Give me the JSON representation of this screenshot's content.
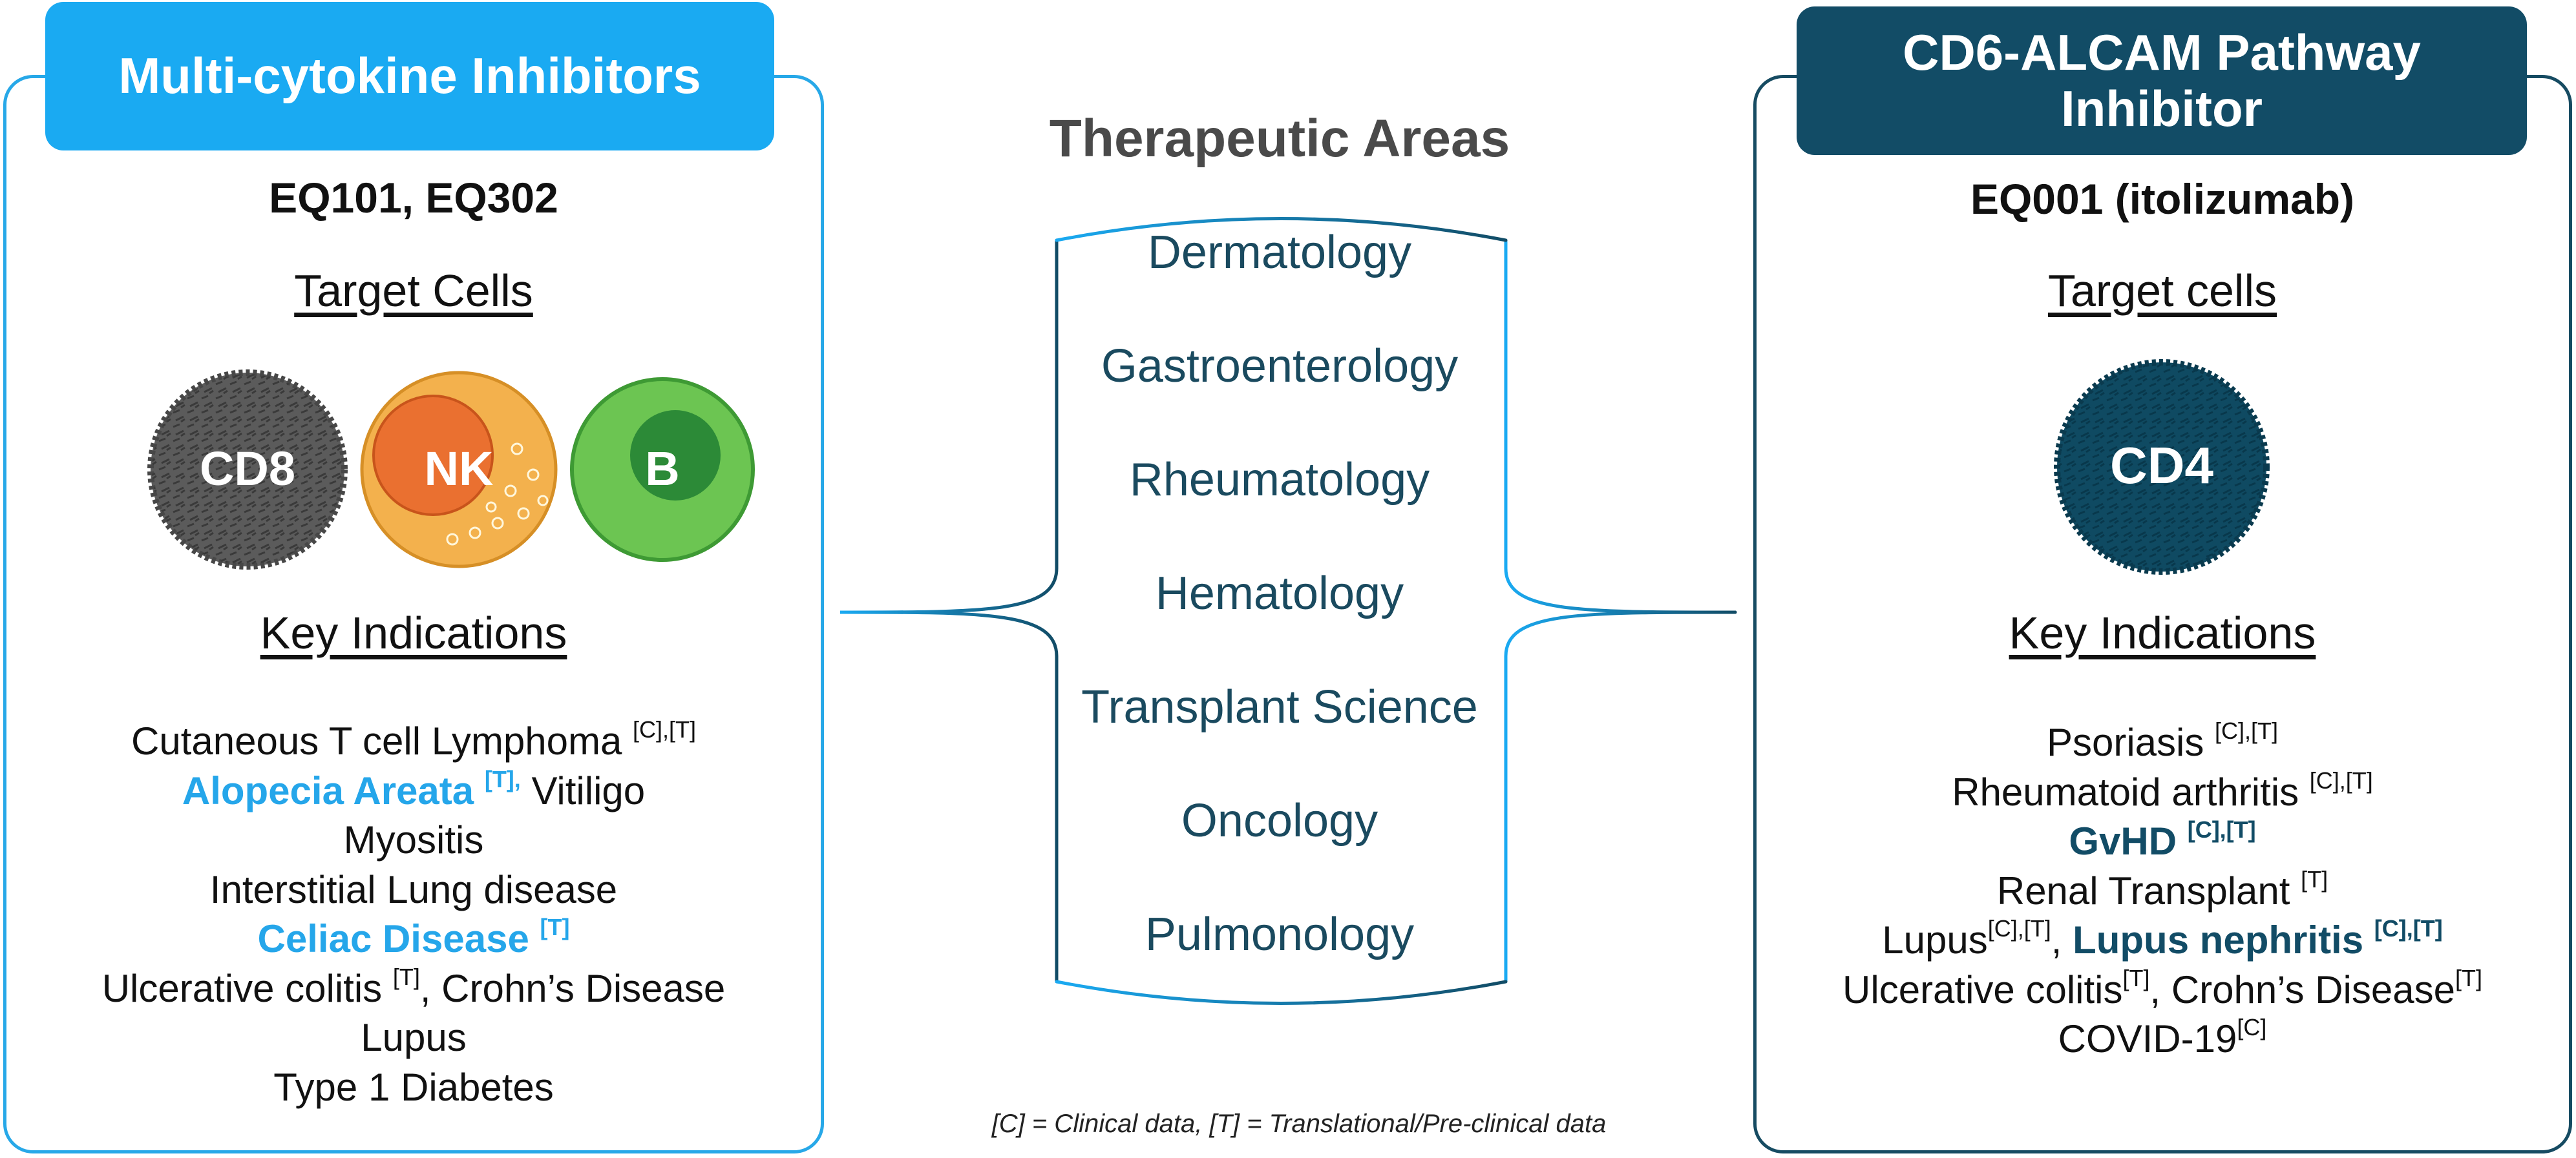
{
  "title": "Therapeutic Areas",
  "areas": [
    "Dermatology",
    "Gastroenterology",
    "Rheumatology",
    "Hematology",
    "Transplant Science",
    "Oncology",
    "Pulmonology"
  ],
  "left": {
    "banner": "Multi-cytokine Inhibitors",
    "drugs": "EQ101, EQ302",
    "target_heading": "Target Cells",
    "cells": [
      "CD8",
      "NK",
      "B"
    ],
    "indications_heading": "Key Indications",
    "ind": {
      "l1a": "Cutaneous T cell Lymphoma ",
      "l1s": "[C],[T]",
      "l2a": "Alopecia Areata ",
      "l2s": "[T],",
      "l2b": " Vitiligo",
      "l3": "Myositis",
      "l4": "Interstitial Lung disease",
      "l5a": "Celiac Disease ",
      "l5s": "[T]",
      "l6a": "Ulcerative colitis ",
      "l6s": "[T]",
      "l6b": ", Crohn’s Disease",
      "l7": "Lupus",
      "l8": "Type 1 Diabetes"
    }
  },
  "right": {
    "banner": "CD6-ALCAM Pathway Inhibitor",
    "drugs": "EQ001 (itolizumab)",
    "target_heading": "Target cells",
    "cells": [
      "CD4"
    ],
    "indications_heading": "Key Indications",
    "ind": {
      "r1a": "Psoriasis ",
      "r1s": "[C],[T]",
      "r2a": "Rheumatoid arthritis ",
      "r2s": "[C],[T]",
      "r3a": "GvHD ",
      "r3s": "[C],[T]",
      "r4a": "Renal Transplant ",
      "r4s": "[T]",
      "r5a": "Lupus",
      "r5s": "[C],[T]",
      "r5b": ", ",
      "r5c": "Lupus nephritis ",
      "r5cs": "[C],[T]",
      "r6a": "Ulcerative colitis",
      "r6s": "[T]",
      "r6b": ", Crohn’s Disease",
      "r6bs": "[T]",
      "r7a": "COVID-19",
      "r7s": "[C]"
    }
  },
  "footnote": "[C] = Clinical data, [T] = Translational/Pre-clinical data",
  "colors": {
    "light_blue": "#1aaaf2",
    "dark_teal": "#124c66",
    "cd8_cell": "#5a5a5a",
    "nk_cell": "#f3b14d",
    "nk_nucleus": "#ea7030",
    "b_cell": "#6cc552",
    "b_nucleus": "#2c8a37",
    "cd4_cell": "#0f4a62"
  }
}
